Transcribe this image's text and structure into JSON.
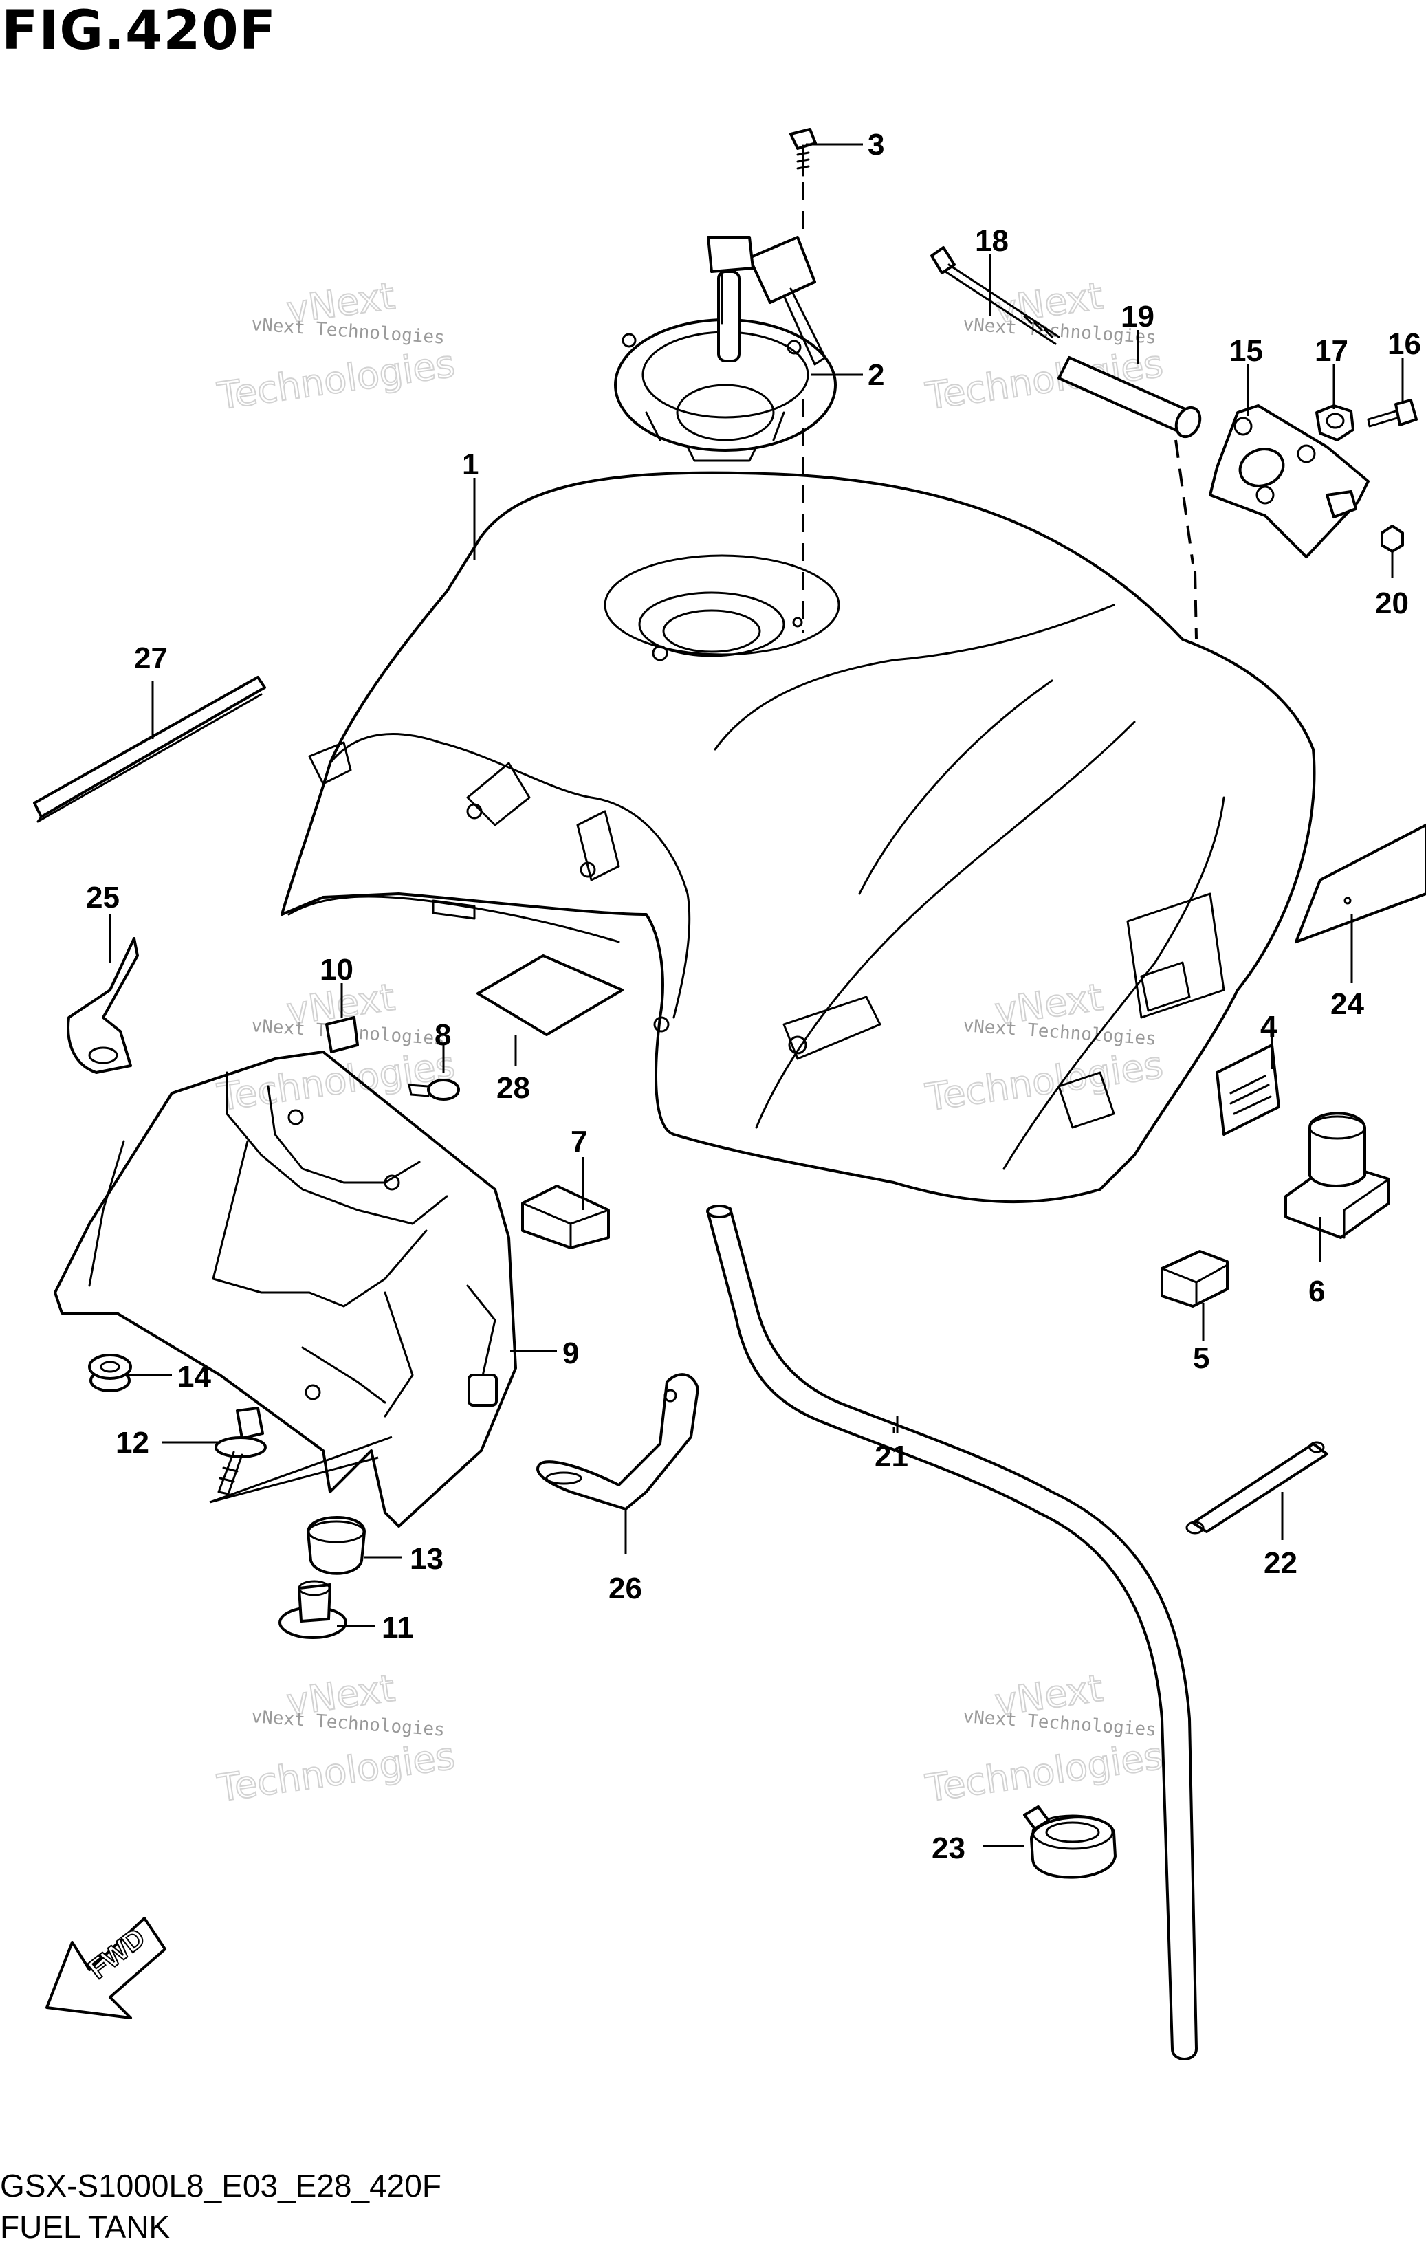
{
  "figure": {
    "title": "FIG.420F",
    "model_code": "GSX-S1000L8_E03_E28_420F",
    "name": "FUEL TANK"
  },
  "watermark": {
    "small_text": "vNext Technologies",
    "big_line1": "vNext",
    "big_line2": "Technologies"
  },
  "fwd_label": "FWD",
  "callouts": [
    "1",
    "2",
    "3",
    "4",
    "5",
    "6",
    "7",
    "8",
    "9",
    "10",
    "11",
    "12",
    "13",
    "14",
    "15",
    "16",
    "17",
    "18",
    "19",
    "20",
    "21",
    "22",
    "23",
    "24",
    "25",
    "26",
    "27",
    "28"
  ]
}
